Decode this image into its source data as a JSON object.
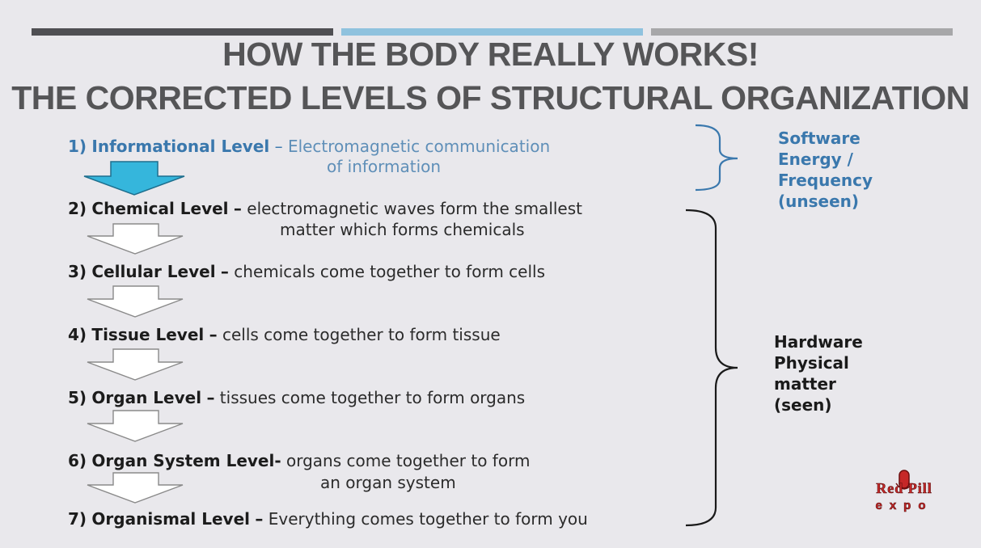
{
  "slide": {
    "title_line1": "HOW THE BODY REALLY WORKS!",
    "title_line2": "THE CORRECTED LEVELS OF STRUCTURAL ORGANIZATION",
    "accent_colors": {
      "dark_bar": "#4f4f53",
      "blue_bar": "#8fc2de",
      "gray_bar": "#a7a7a9",
      "arrow_fill": "#35b6dc",
      "text_blue": "#3a78ad"
    }
  },
  "levels": [
    {
      "num": "1)",
      "name": "Informational Level",
      "sep": "–",
      "desc": "Electromagnetic communication",
      "desc2": "of information"
    },
    {
      "num": "2)",
      "name": "Chemical Level",
      "sep": "–",
      "desc": "electromagnetic waves form the smallest",
      "desc2": "matter which forms chemicals"
    },
    {
      "num": "3)",
      "name": "Cellular Level",
      "sep": "–",
      "desc": "chemicals come together to form cells"
    },
    {
      "num": "4)",
      "name": "Tissue Level",
      "sep": "–",
      "desc": "cells come together to form tissue"
    },
    {
      "num": "5)",
      "name": "Organ Level",
      "sep": "–",
      "desc": "tissues come together to form organs"
    },
    {
      "num": "6)",
      "name": "Organ System Level-",
      "desc": "organs come together to form",
      "desc2": "an organ system"
    },
    {
      "num": "7)",
      "name": "Organismal Level",
      "sep": "–",
      "desc": "Everything comes together to form you"
    }
  ],
  "side_labels": {
    "software": [
      "Software",
      "Energy /",
      "Frequency",
      "(unseen)"
    ],
    "hardware": [
      "Hardware",
      "Physical",
      "matter",
      "(seen)"
    ]
  },
  "logo": {
    "line1": "Red Pill",
    "line2": "expo",
    "icon": "microphone-icon"
  }
}
